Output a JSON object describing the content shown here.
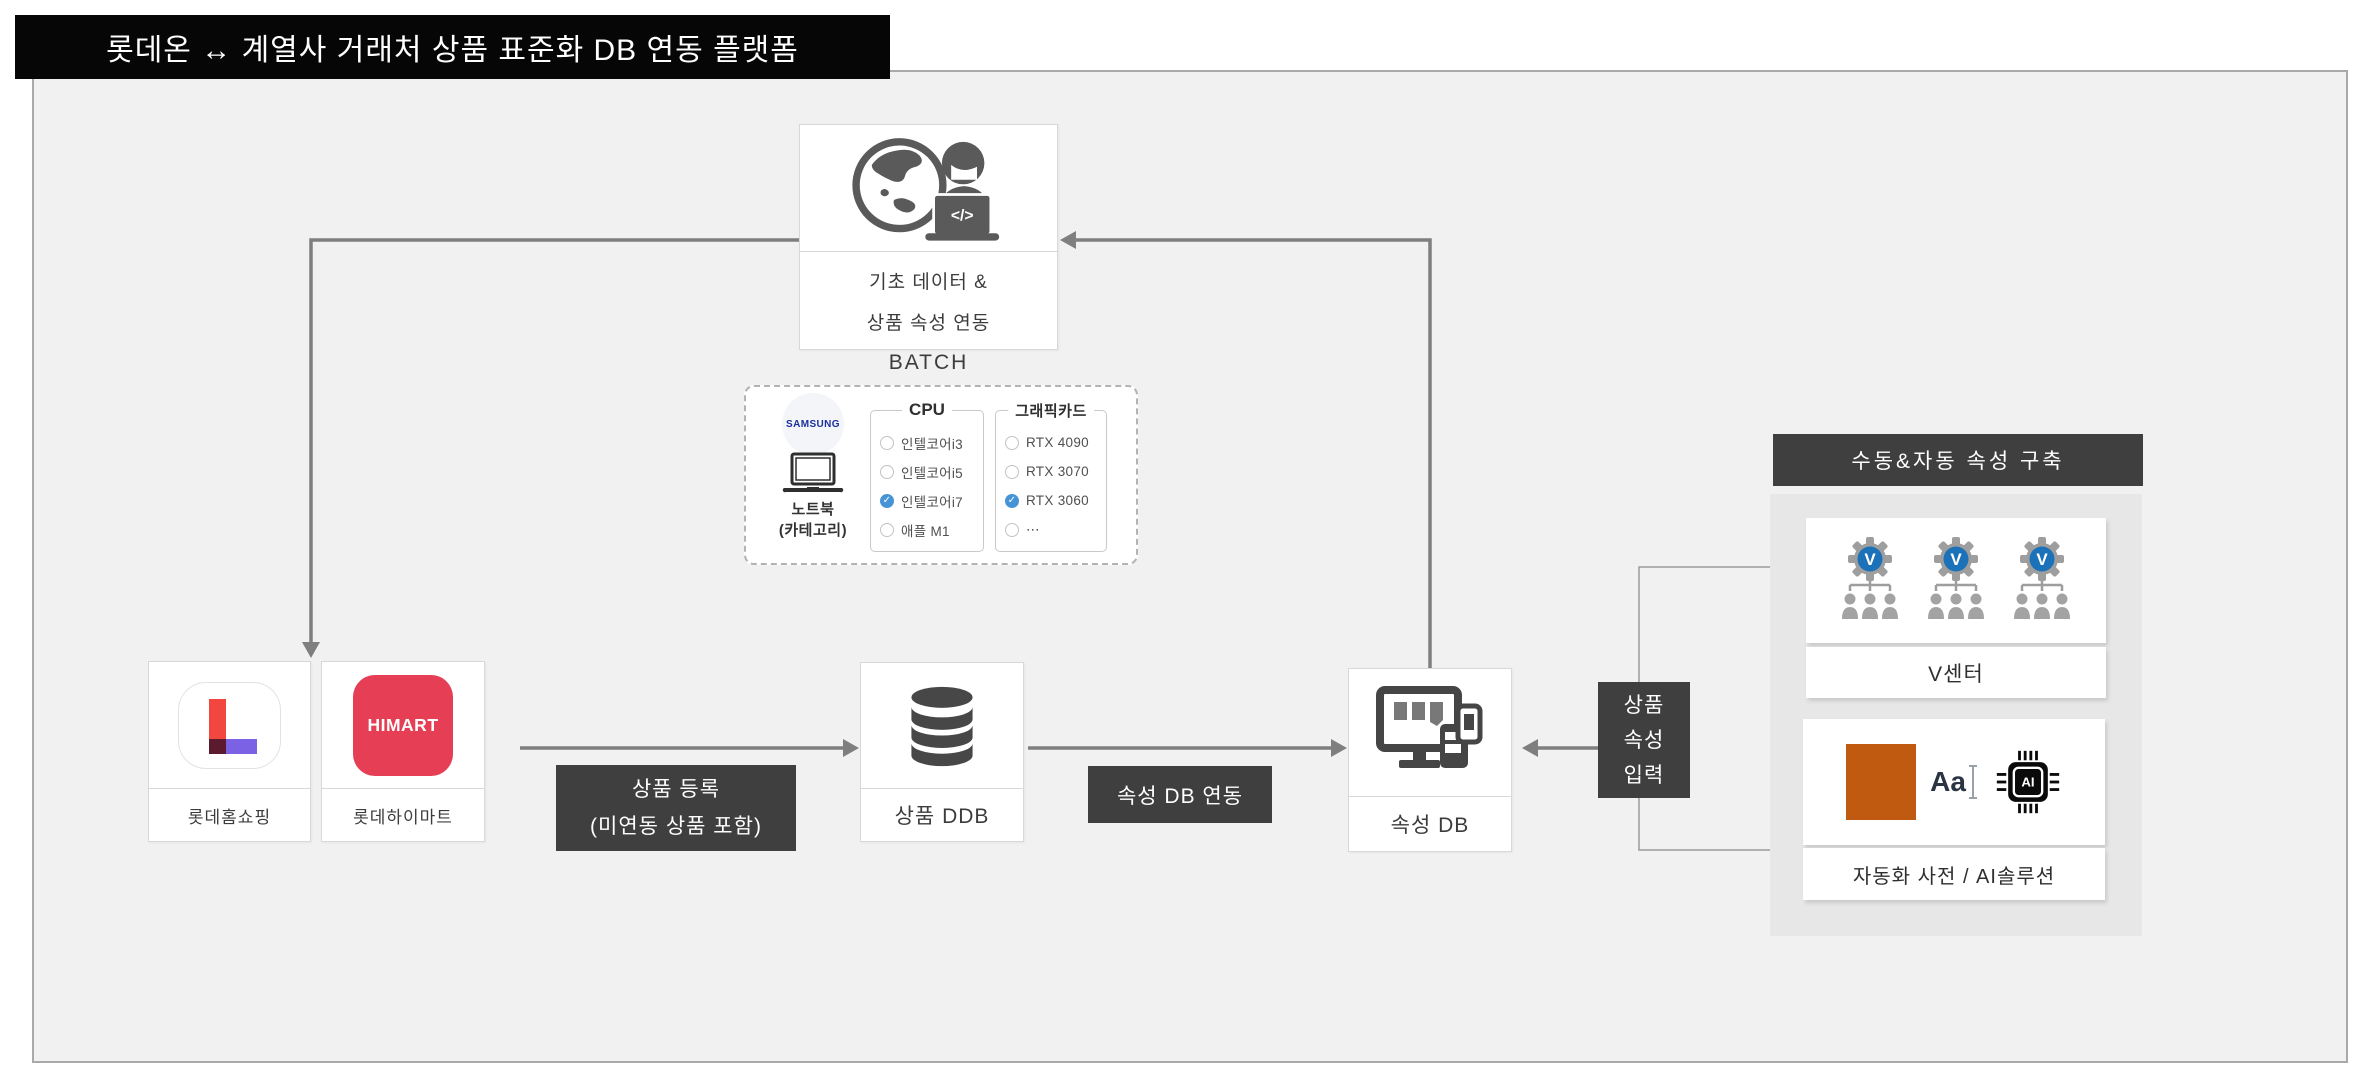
{
  "title": "롯데온 ↔ 계열사 거래처 상품 표준화 DB 연동 플랫폼",
  "batch": {
    "label_line1": "기초 데이터 &",
    "label_line2": "상품 속성 연동",
    "caption": "BATCH"
  },
  "spec": {
    "device": {
      "brand": "SAMSUNG",
      "name": "노트북",
      "sub": "(카테고리)"
    },
    "cpu": {
      "title": "CPU",
      "options": [
        {
          "label": "인텔코어i3",
          "checked": false
        },
        {
          "label": "인텔코어i5",
          "checked": false
        },
        {
          "label": "인텔코어i7",
          "checked": true
        },
        {
          "label": "애플 M1",
          "checked": false
        }
      ]
    },
    "gpu": {
      "title": "그래픽카드",
      "options": [
        {
          "label": "RTX 4090",
          "checked": false
        },
        {
          "label": "RTX 3070",
          "checked": false
        },
        {
          "label": "RTX 3060",
          "checked": true
        },
        {
          "label": "⋯",
          "checked": false
        }
      ]
    }
  },
  "sources": [
    {
      "label": "롯데홈쇼핑"
    },
    {
      "label": "롯데하이마트",
      "logo_text": "HIMART"
    }
  ],
  "nodes": {
    "product_ddb": "상품 DDB",
    "attr_db": "속성 DB"
  },
  "flow_labels": {
    "register_line1": "상품 등록",
    "register_line2": "(미연동 상품 포함)",
    "db_link": "속성 DB 연동",
    "attr_input_line1": "상품",
    "attr_input_line2": "속성",
    "attr_input_line3": "입력"
  },
  "right_panel": {
    "header": "수동&자동 속성 구축",
    "vcenter_label": "V센터",
    "vcenter_icon_letter": "V",
    "ai_label": "자동화 사전 / AI솔루션",
    "aa_text": "Aa",
    "chip_text": "AI"
  },
  "colors": {
    "content_bg": "#f1f1f1",
    "title_bar": "#060606",
    "dark_label": "#3f3f3f",
    "arrow": "#7f7f7f",
    "checked_radio": "#4694d6",
    "himart_red": "#e63e55",
    "lotte_l_red": "#f2473e",
    "lotte_l_purple": "#7b61e3",
    "samsung_blue": "#1a2f9e",
    "vcenter_blue": "#1b72b8",
    "dictionary_orange": "#c05a11",
    "panel_body": "#e7e7e7"
  }
}
